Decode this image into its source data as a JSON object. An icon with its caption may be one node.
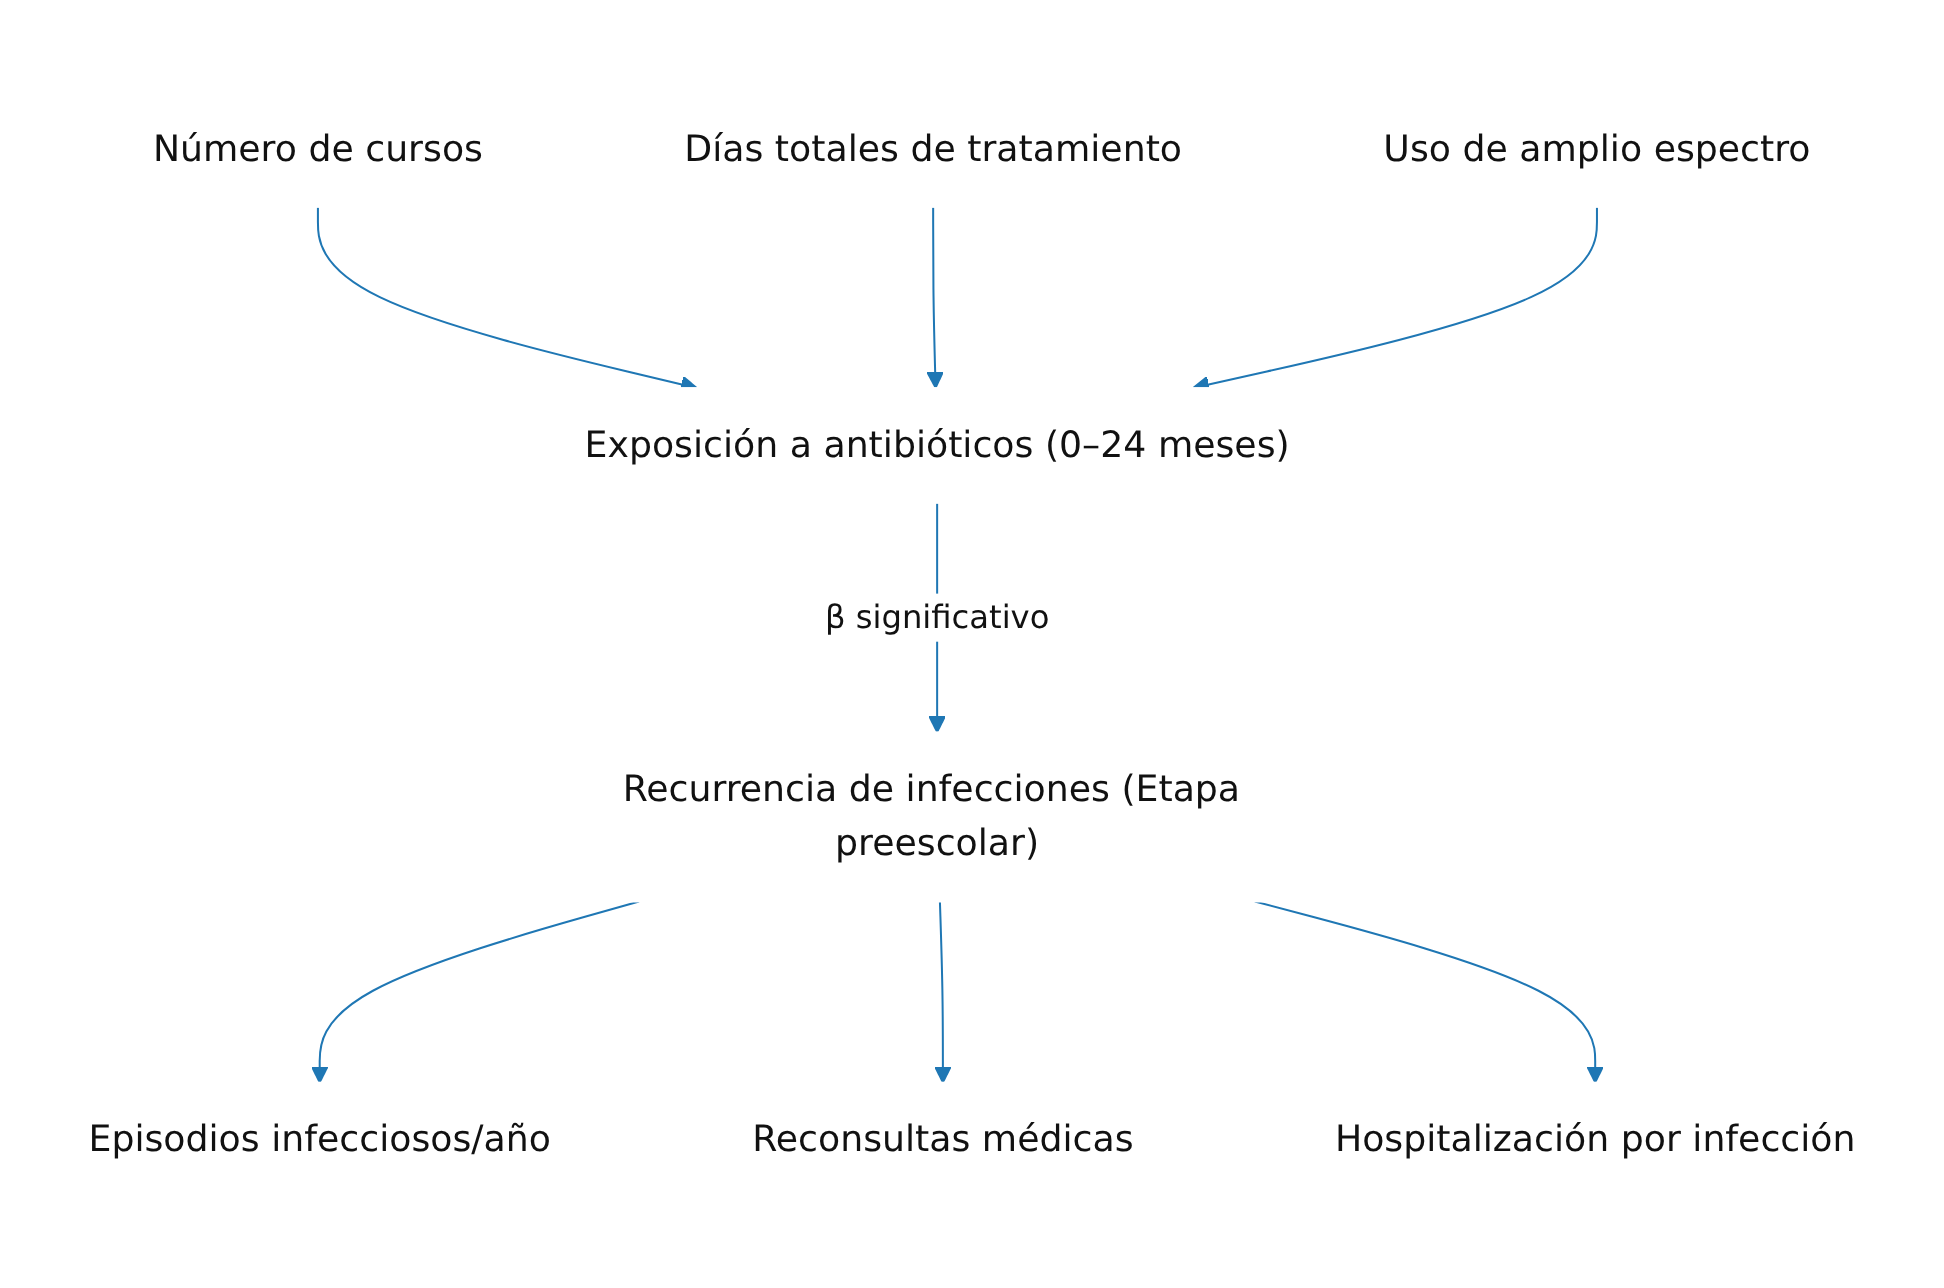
{
  "diagram": {
    "nodes": [
      {
        "text": [
          "Exposición a antibióticos (0–24 meses)"
        ]
      },
      {
        "text": [
          "Número de cursos"
        ]
      },
      {
        "text": [
          "Días totales de tratamiento"
        ]
      },
      {
        "text": [
          "Uso de amplio espectro"
        ]
      },
      {
        "text": [
          "Recurrencia de infecciones (Etapa preescolar)"
        ]
      },
      {
        "text": [
          "Episodios infecciosos/año"
        ]
      },
      {
        "text": [
          "Reconsultas médicas"
        ]
      },
      {
        "text": [
          "Hospitalización por infección"
        ]
      }
    ],
    "edges": [
      {
        "from": 1,
        "to": 0,
        "arrow": "to"
      },
      {
        "from": 2,
        "to": 0,
        "arrow": "to"
      },
      {
        "from": 3,
        "to": 0,
        "arrow": "to"
      },
      {
        "from": 0,
        "to": 4,
        "arrow": "to",
        "label": "β significativo"
      },
      {
        "from": 4,
        "to": 5,
        "arrow": "to"
      },
      {
        "from": 4,
        "to": 6,
        "arrow": "to"
      },
      {
        "from": 4,
        "to": 7,
        "arrow": "to"
      }
    ]
  }
}
